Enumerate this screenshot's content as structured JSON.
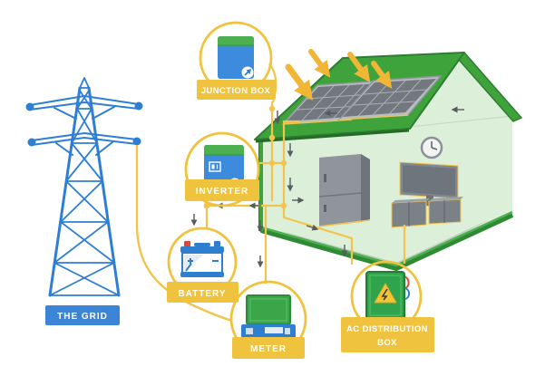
{
  "diagram": {
    "title": "Solar power system diagram",
    "nodes": [
      {
        "id": "the-grid",
        "label": "THE GRID",
        "icon": "transmission-tower-icon",
        "banner_color": "#3C85D6"
      },
      {
        "id": "junction-box",
        "label": "JUNCTION BOX",
        "icon": "junction-box-icon",
        "banner_color": "#F0C33F"
      },
      {
        "id": "inverter",
        "label": "INVERTER",
        "icon": "inverter-icon",
        "banner_color": "#F0C33F"
      },
      {
        "id": "battery",
        "label": "BATTERY",
        "icon": "battery-icon",
        "banner_color": "#F0C33F"
      },
      {
        "id": "meter",
        "label": "METER",
        "icon": "meter-icon",
        "banner_color": "#F0C33F"
      },
      {
        "id": "ac-distribution-box",
        "label": "AC DISTRIBUTION BOX",
        "label_lines": [
          "AC DISTRIBUTION",
          "BOX"
        ],
        "icon": "distribution-box-icon",
        "banner_color": "#F0C33F"
      }
    ],
    "house": {
      "features": [
        "solar-panels",
        "sun-ray-arrows",
        "wall-clock",
        "refrigerator",
        "television"
      ]
    },
    "icons": {
      "transmission-tower-icon": "blue lattice pylon",
      "junction-box-icon": "blue box, green lid, badge",
      "inverter-icon": "blue box, green lid, display, badge",
      "battery-icon": "white battery, red/blue terminals",
      "meter-icon": "green screen on blue base",
      "distribution-box-icon": "green cabinet with warning triangle",
      "sun-ray-icon": "yellow arrow",
      "flow-arrow-icon": "small gray arrow"
    },
    "colors": {
      "accent_yellow": "#F0C33F",
      "wire_yellow": "#F3C44D",
      "sun_arrow": "#F2B637",
      "grid_blue": "#3C85D6",
      "device_blue": "#3D8BDC",
      "house_green": "#3FA33C",
      "wall_green": "#DCEFD8",
      "warning_yellow": "#F5C531",
      "flow_arrow_gray": "#555B60",
      "banner_text": "#FFFFFF"
    }
  }
}
